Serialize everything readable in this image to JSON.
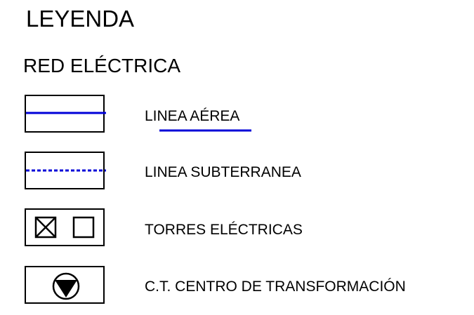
{
  "legend": {
    "title": "LEYENDA",
    "section_title": "RED ELÉCTRICA",
    "items": [
      {
        "label": "LINEA AÉREA",
        "symbol": "solid-line-icon"
      },
      {
        "label": "LINEA SUBTERRANEA",
        "symbol": "dashed-line-icon"
      },
      {
        "label": "TORRES ELÉCTRICAS",
        "symbol": "tower-squares-icon"
      },
      {
        "label": "C.T. CENTRO DE TRANSFORMACIÓN",
        "symbol": "transformer-circle-triangle-icon"
      }
    ]
  },
  "colors": {
    "line": "#0000d8",
    "ink": "#000000"
  }
}
